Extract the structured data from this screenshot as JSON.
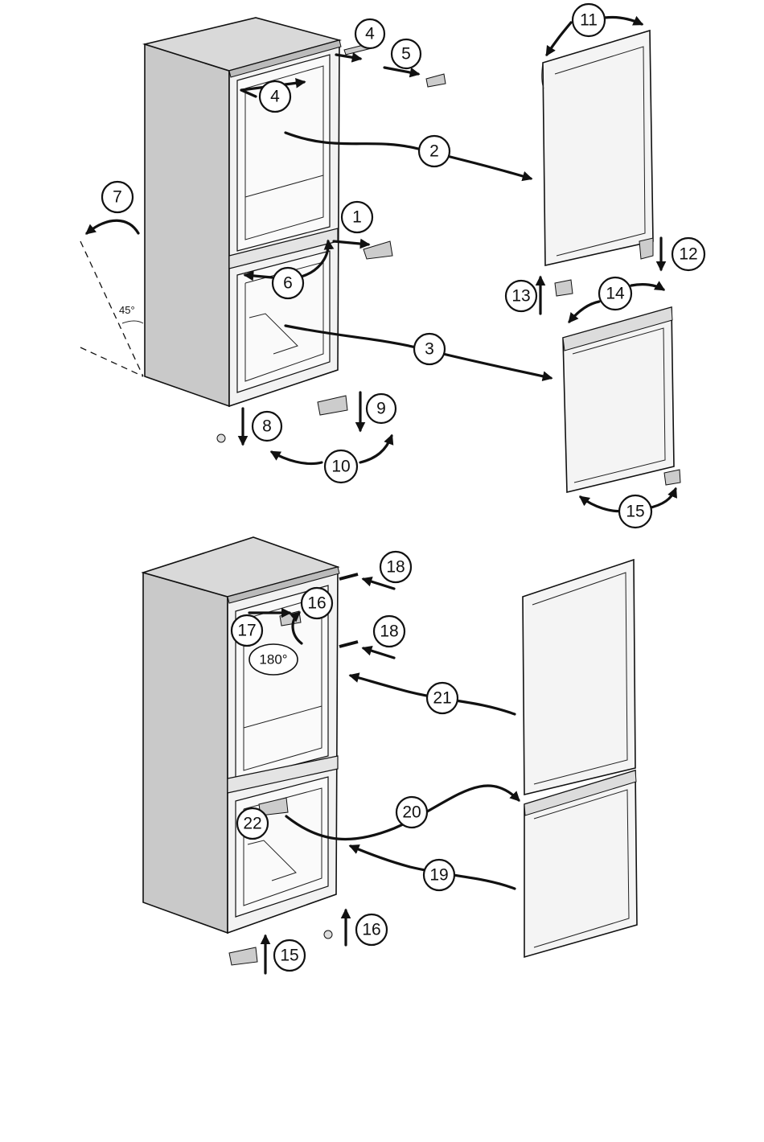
{
  "callouts_top": [
    {
      "label": "1"
    },
    {
      "label": "2"
    },
    {
      "label": "3"
    },
    {
      "label": "4"
    },
    {
      "label": "4"
    },
    {
      "label": "5"
    },
    {
      "label": "6"
    },
    {
      "label": "7"
    },
    {
      "label": "8"
    },
    {
      "label": "9"
    },
    {
      "label": "10"
    },
    {
      "label": "11"
    },
    {
      "label": "12"
    },
    {
      "label": "13"
    },
    {
      "label": "14"
    },
    {
      "label": "15"
    }
  ],
  "callouts_bottom": [
    {
      "label": "15"
    },
    {
      "label": "16"
    },
    {
      "label": "16"
    },
    {
      "label": "17"
    },
    {
      "label": "18"
    },
    {
      "label": "18"
    },
    {
      "label": "19"
    },
    {
      "label": "20"
    },
    {
      "label": "21"
    },
    {
      "label": "22"
    }
  ],
  "angle_label": "45°",
  "rotation_label": "180°",
  "colors": {
    "line": "#111111",
    "cabinet_side": "#c8c8c8",
    "cabinet_top": "#d8d8d8",
    "door": "#f4f4f4",
    "background": "#ffffff"
  }
}
